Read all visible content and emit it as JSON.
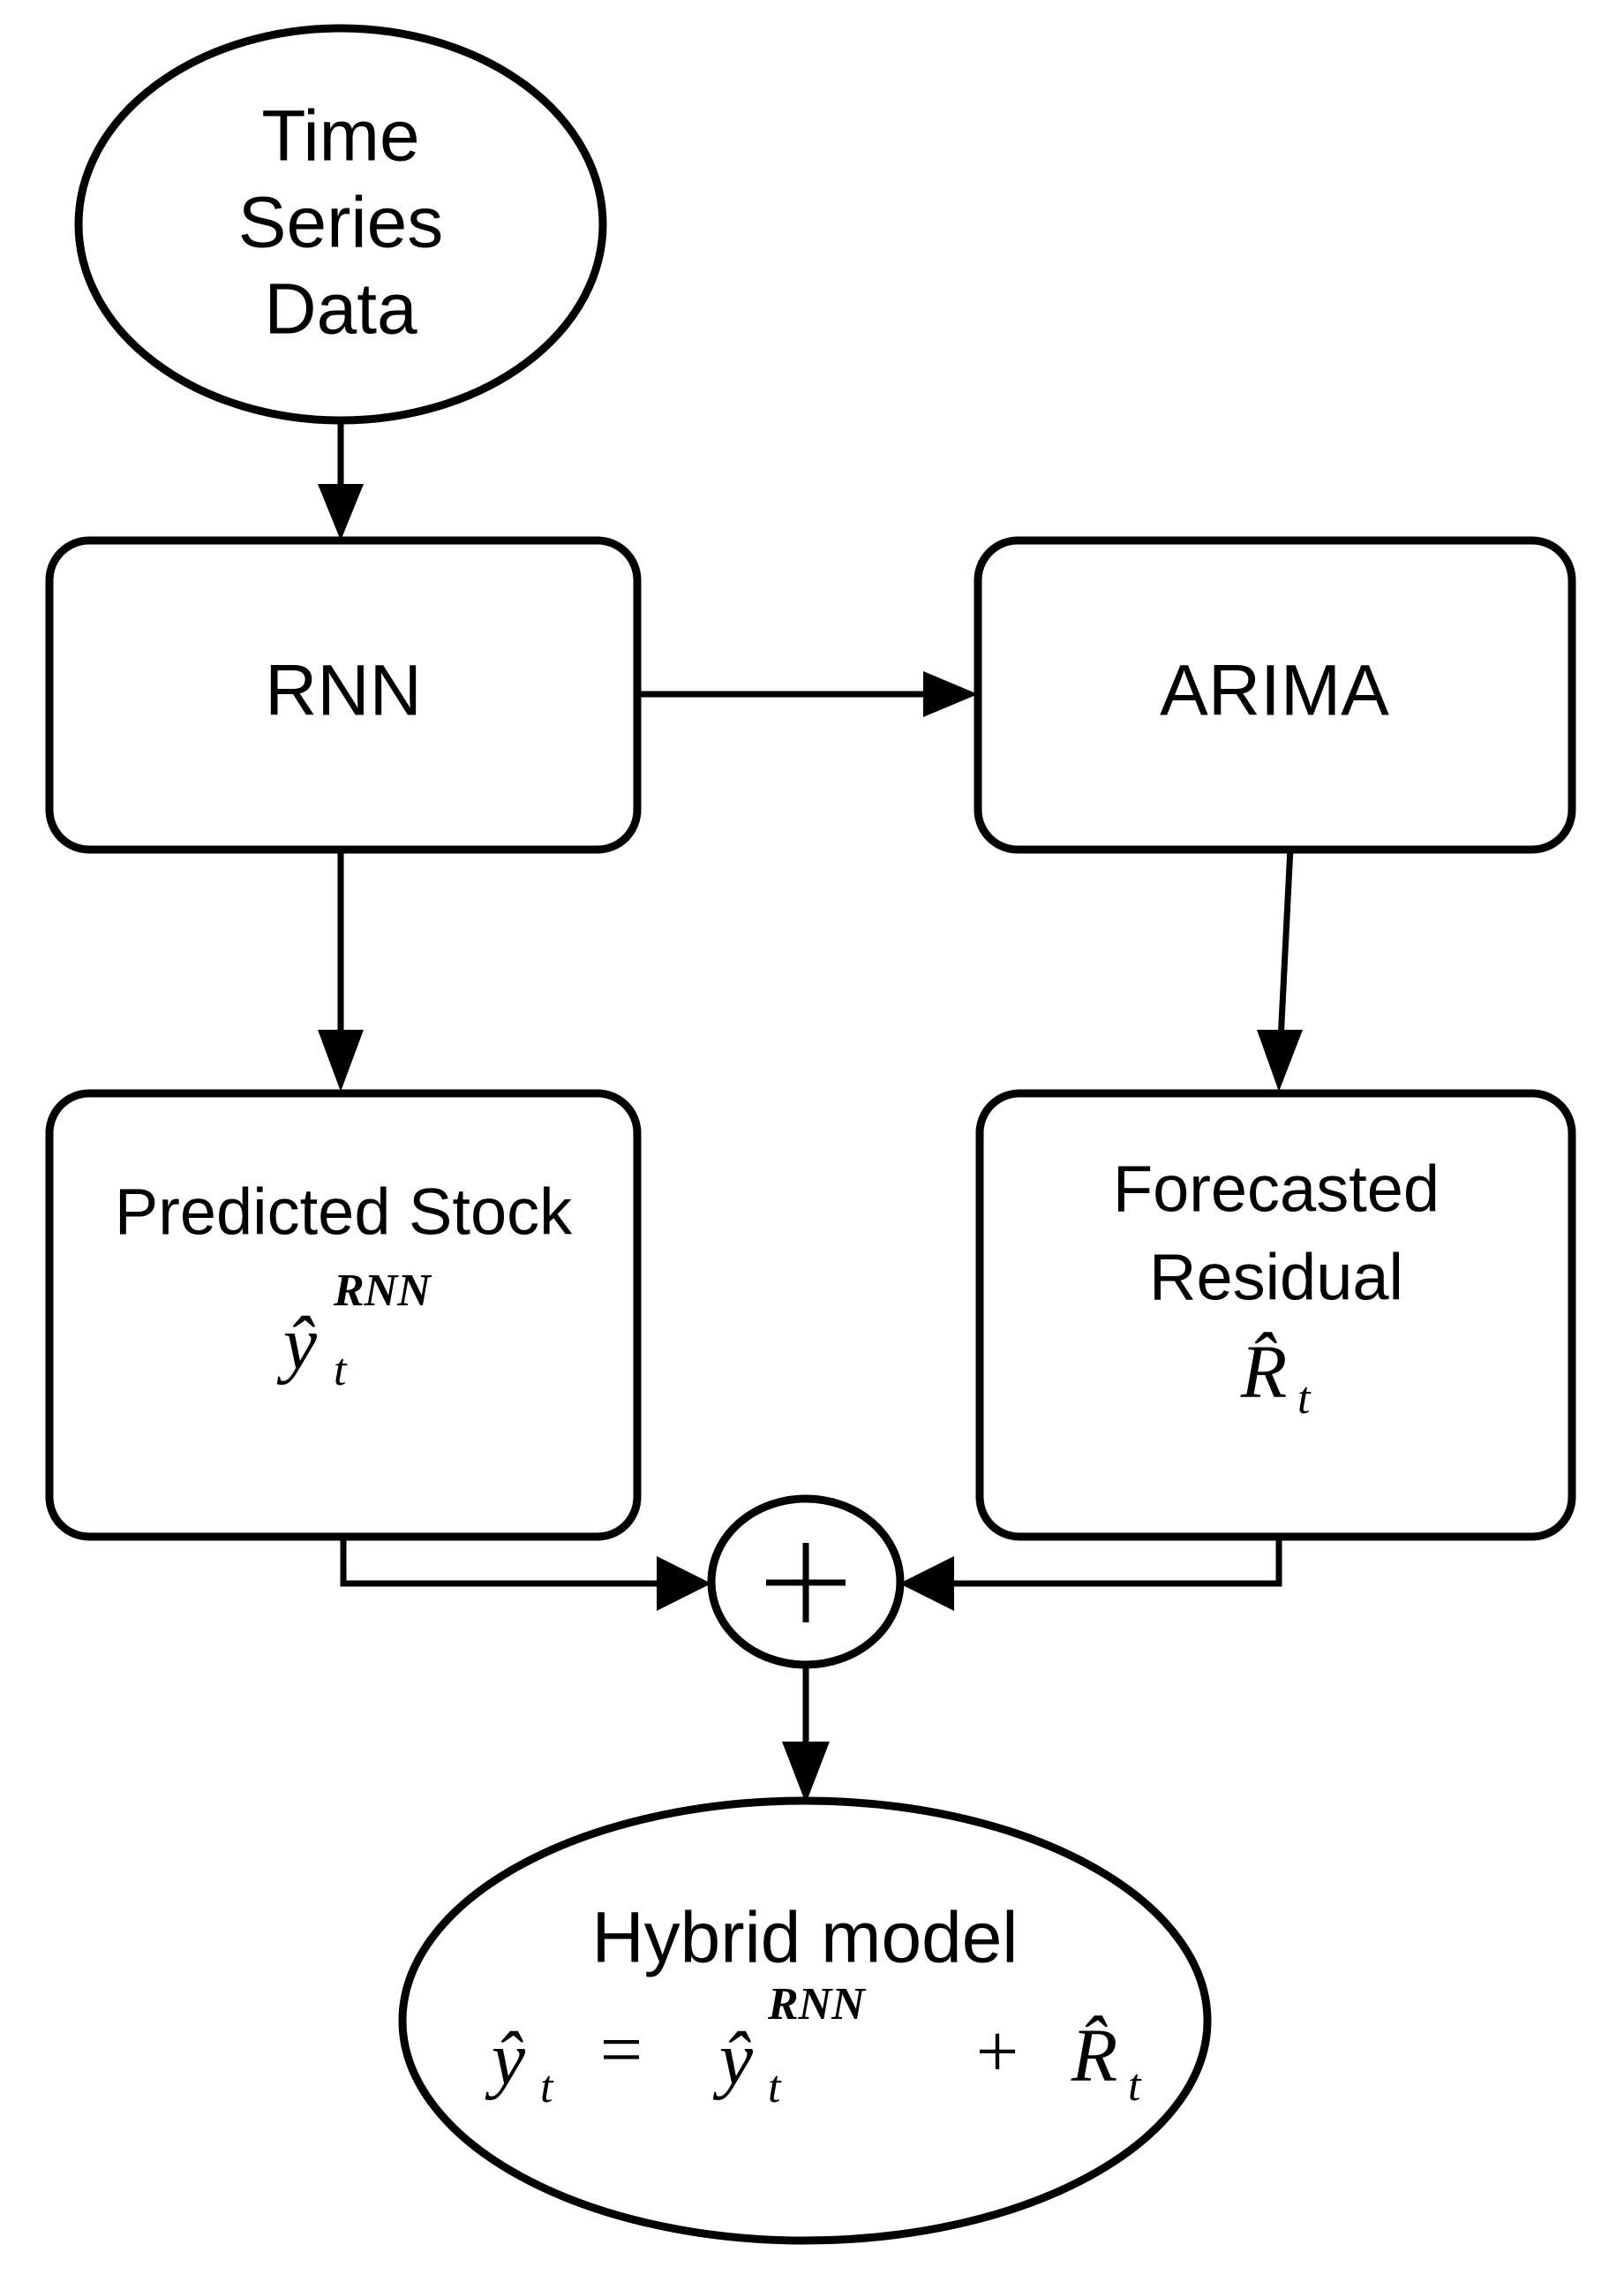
{
  "diagram": {
    "title": "Hybrid RNN-ARIMA forecasting flowchart",
    "type": "flowchart",
    "background_color": "#ffffff",
    "stroke_color": "#000000"
  },
  "nodes": {
    "time_series": {
      "shape": "ellipse",
      "line1": "Time",
      "line2": "Series",
      "line3": "Data"
    },
    "rnn": {
      "shape": "rounded-rect",
      "label": "RNN"
    },
    "arima": {
      "shape": "rounded-rect",
      "label": "ARIMA"
    },
    "predicted_stock": {
      "shape": "rounded-rect",
      "line1": "Predicted Stock",
      "formula_base": "ŷ",
      "formula_sub": "t",
      "formula_sup": "RNN"
    },
    "forecasted_residual": {
      "shape": "rounded-rect",
      "line1": "Forecasted",
      "line2": "Residual",
      "formula_base": "R̂",
      "formula_sub": "t"
    },
    "sum_junction": {
      "shape": "circle",
      "label": "+"
    },
    "hybrid_model": {
      "shape": "ellipse",
      "line1": "Hybrid model",
      "eq_lhs_base": "ŷ",
      "eq_lhs_sub": "t",
      "eq_equals": "=",
      "eq_rhs_base": "ŷ",
      "eq_rhs_sub": "t",
      "eq_rhs_sup": "RNN",
      "eq_plus": "+",
      "eq_term_base": "R̂",
      "eq_term_sub": "t"
    }
  },
  "edges": [
    {
      "name": "time-series-to-rnn",
      "from": "time_series",
      "to": "rnn",
      "arrow": "down"
    },
    {
      "name": "rnn-to-arima",
      "from": "rnn",
      "to": "arima",
      "arrow": "right"
    },
    {
      "name": "rnn-to-predicted-stock",
      "from": "rnn",
      "to": "predicted_stock",
      "arrow": "down"
    },
    {
      "name": "arima-to-forecasted-residual",
      "from": "arima",
      "to": "forecasted_residual",
      "arrow": "down"
    },
    {
      "name": "predicted-stock-to-sum",
      "from": "predicted_stock",
      "to": "sum_junction",
      "arrow": "right"
    },
    {
      "name": "forecasted-residual-to-sum",
      "from": "forecasted_residual",
      "to": "sum_junction",
      "arrow": "left"
    },
    {
      "name": "sum-to-hybrid-model",
      "from": "sum_junction",
      "to": "hybrid_model",
      "arrow": "down"
    }
  ]
}
